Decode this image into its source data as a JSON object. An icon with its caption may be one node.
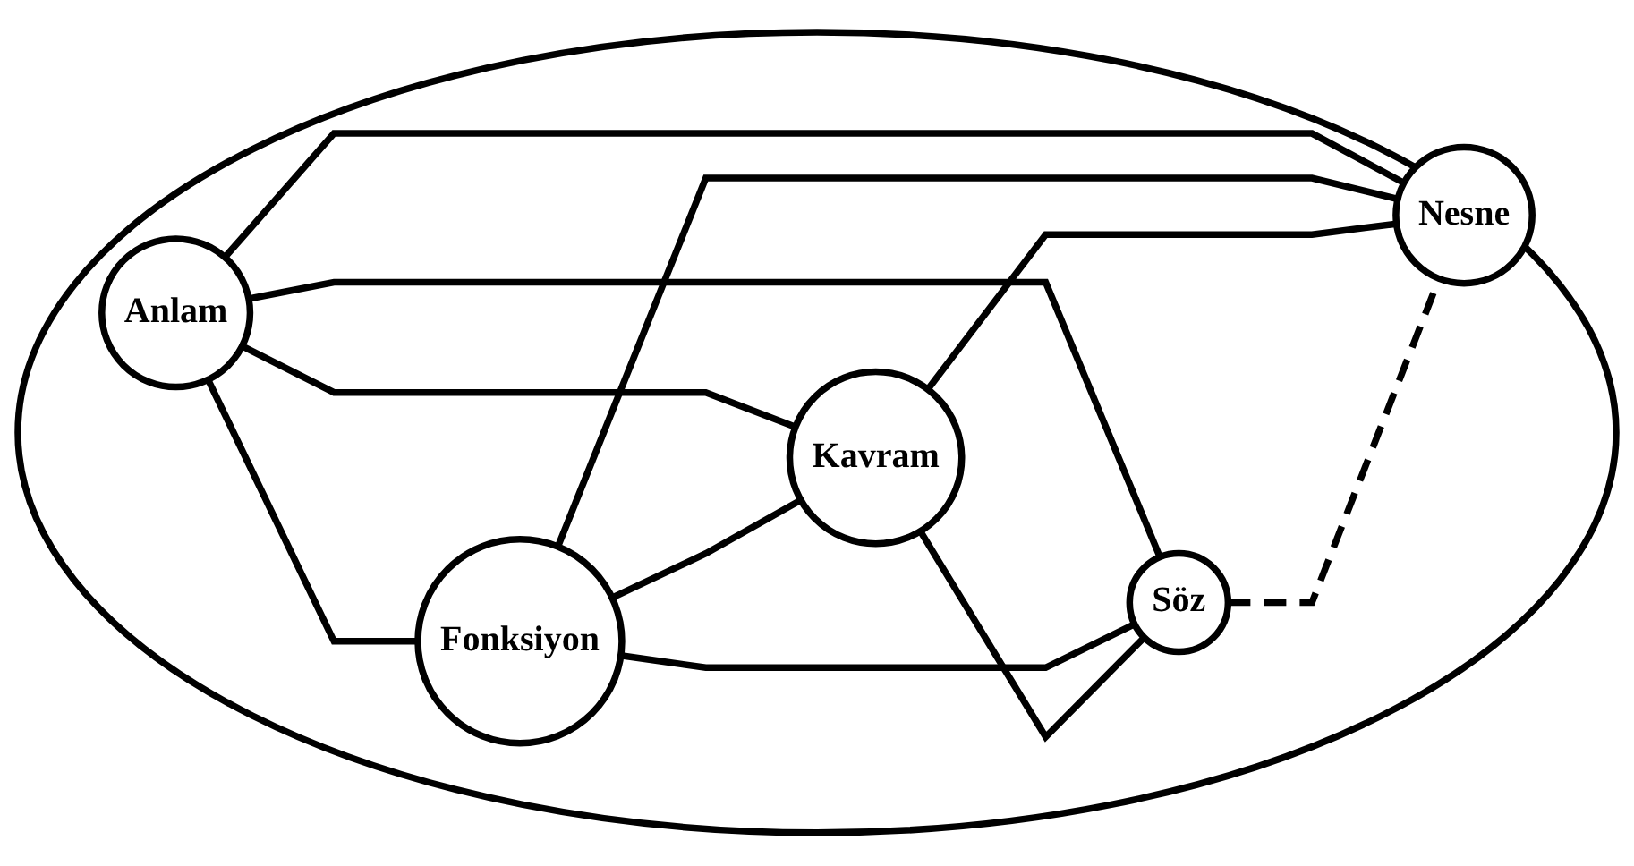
{
  "diagram": {
    "nodes": [
      {
        "text": [],
        "shape": "ellipse"
      },
      {
        "text": [
          "Anlam"
        ],
        "in": 0
      },
      {
        "text": [
          "Fonksiyon"
        ],
        "in": 0
      },
      {
        "text": [
          "Kavram"
        ],
        "in": 0
      },
      {
        "text": [
          "Söz"
        ],
        "in": 0
      },
      {
        "text": [
          "Nesne"
        ],
        "in": 0
      }
    ],
    "edges": [
      {
        "from": 1,
        "to": 2,
        "arrow": "none"
      },
      {
        "from": 1,
        "to": 4,
        "arrow": "none"
      },
      {
        "from": 1,
        "to": 3,
        "arrow": "none"
      },
      {
        "from": 1,
        "to": 5,
        "arrow": "none"
      },
      {
        "from": 2,
        "to": 4,
        "arrow": "none"
      },
      {
        "from": 2,
        "to": 3,
        "arrow": "none"
      },
      {
        "from": 2,
        "to": 5,
        "arrow": "none"
      },
      {
        "from": 3,
        "to": 4,
        "arrow": "none"
      },
      {
        "from": 3,
        "to": 5,
        "arrow": "none"
      },
      {
        "from": 4,
        "to": 5,
        "arrow": "none",
        "style": "dashed"
      }
    ]
  }
}
